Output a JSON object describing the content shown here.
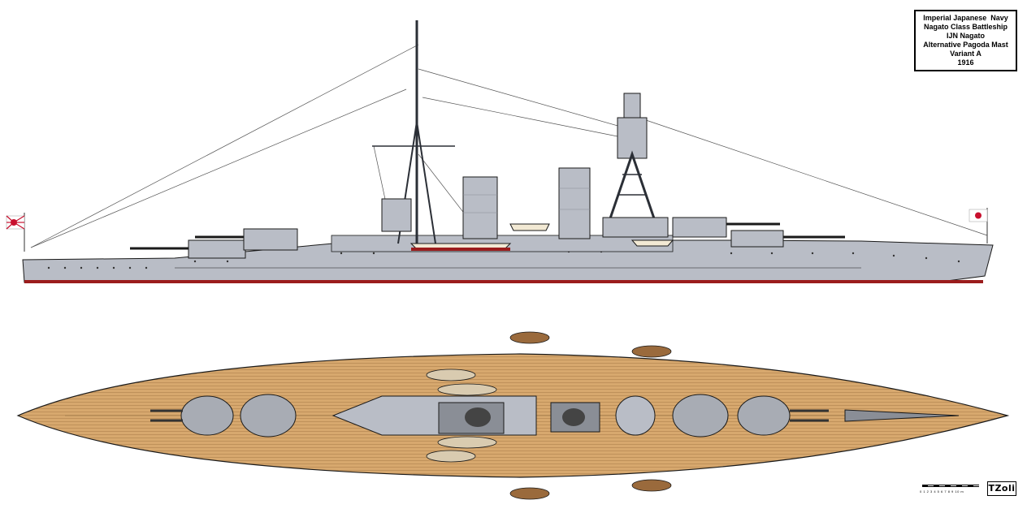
{
  "info_box": {
    "lines": [
      "Imperial Japanese  Navy",
      "Nagato Class Battleship",
      "IJN Nagato",
      "Alternative Pagoda Mast",
      "Variant A",
      "1916"
    ]
  },
  "scale": {
    "ticks": "0 1 2 3 4 5 6 7 8 9 10 m"
  },
  "signature": "TZoli",
  "colors": {
    "hull_grey": "#b9bdc6",
    "deck_wood": "#d7a86e",
    "boot_top": "#9b1c1c",
    "steel_dark": "#5b5f66",
    "outline": "#1a1a1a"
  },
  "flags": {
    "stern": "rising-sun-ensign",
    "bow": "hinomaru-jack"
  }
}
